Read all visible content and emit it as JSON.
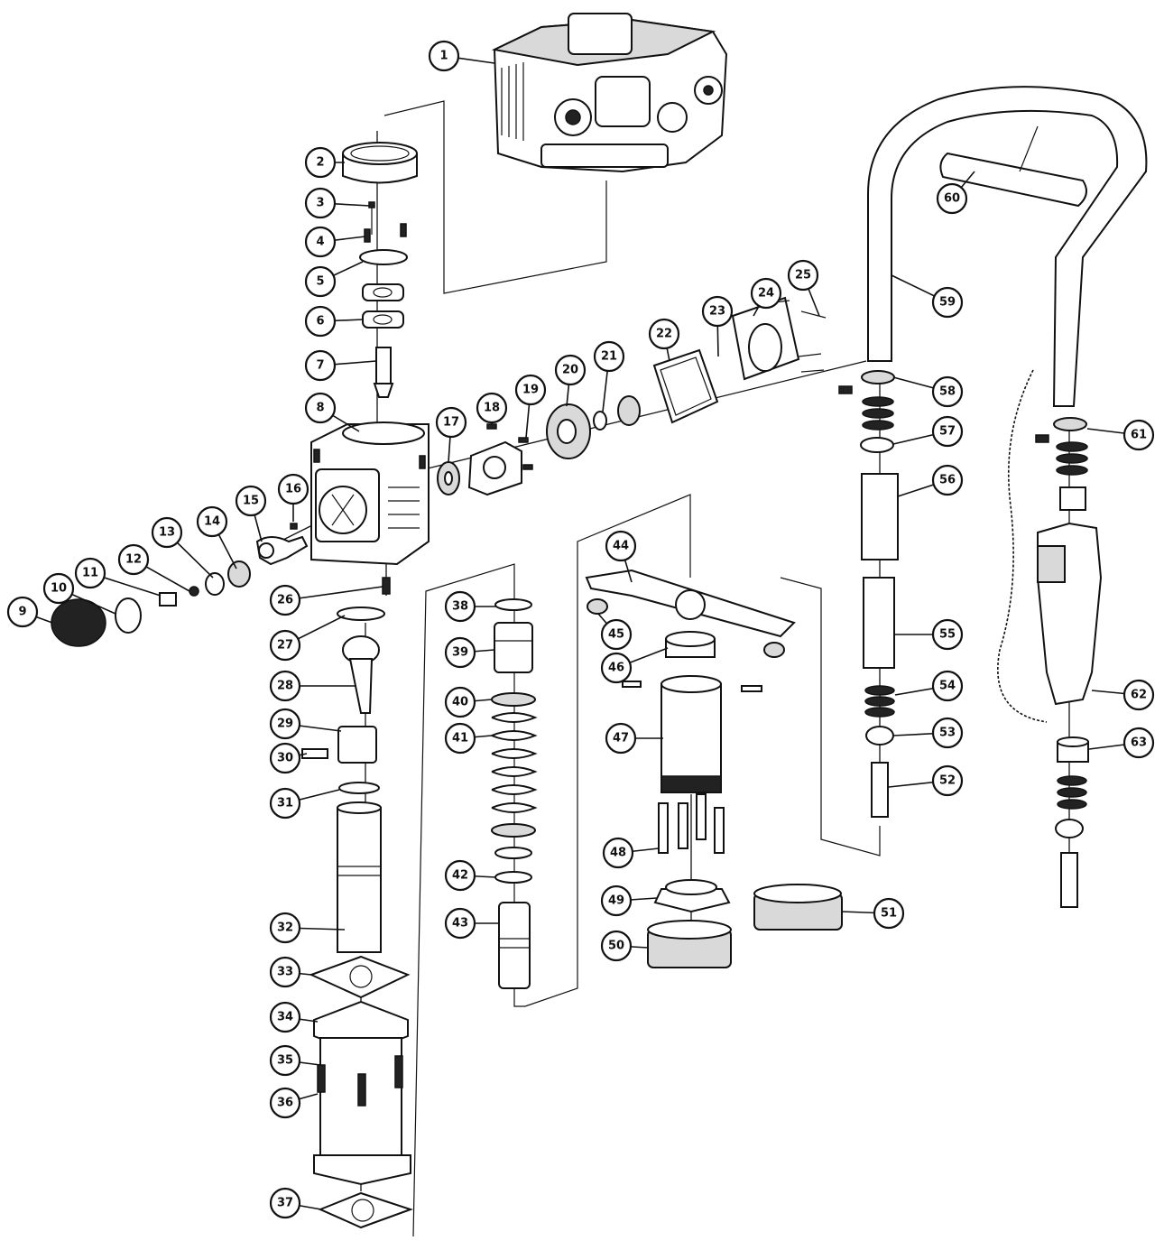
{
  "diagram": {
    "brand_mark": "",
    "callouts": [
      {
        "n": "1"
      },
      {
        "n": "2"
      },
      {
        "n": "3"
      },
      {
        "n": "4"
      },
      {
        "n": "5"
      },
      {
        "n": "6"
      },
      {
        "n": "7"
      },
      {
        "n": "8"
      },
      {
        "n": "9"
      },
      {
        "n": "10"
      },
      {
        "n": "11"
      },
      {
        "n": "12"
      },
      {
        "n": "13"
      },
      {
        "n": "14"
      },
      {
        "n": "15"
      },
      {
        "n": "16"
      },
      {
        "n": "17"
      },
      {
        "n": "18"
      },
      {
        "n": "19"
      },
      {
        "n": "20"
      },
      {
        "n": "21"
      },
      {
        "n": "22"
      },
      {
        "n": "23"
      },
      {
        "n": "24"
      },
      {
        "n": "25"
      },
      {
        "n": "26"
      },
      {
        "n": "27"
      },
      {
        "n": "28"
      },
      {
        "n": "29"
      },
      {
        "n": "30"
      },
      {
        "n": "31"
      },
      {
        "n": "32"
      },
      {
        "n": "33"
      },
      {
        "n": "34"
      },
      {
        "n": "35"
      },
      {
        "n": "36"
      },
      {
        "n": "37"
      },
      {
        "n": "38"
      },
      {
        "n": "39"
      },
      {
        "n": "40"
      },
      {
        "n": "41"
      },
      {
        "n": "42"
      },
      {
        "n": "43"
      },
      {
        "n": "44"
      },
      {
        "n": "45"
      },
      {
        "n": "46"
      },
      {
        "n": "47"
      },
      {
        "n": "48"
      },
      {
        "n": "49"
      },
      {
        "n": "50"
      },
      {
        "n": "51"
      },
      {
        "n": "52"
      },
      {
        "n": "53"
      },
      {
        "n": "54"
      },
      {
        "n": "55"
      },
      {
        "n": "56"
      },
      {
        "n": "57"
      },
      {
        "n": "58"
      },
      {
        "n": "59"
      },
      {
        "n": "60"
      },
      {
        "n": "61"
      },
      {
        "n": "62"
      },
      {
        "n": "63"
      }
    ]
  }
}
